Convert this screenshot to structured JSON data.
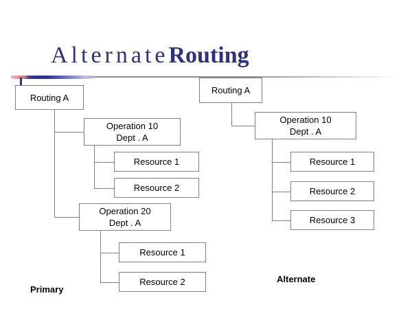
{
  "slide": {
    "title": {
      "part_light": "Alternate",
      "part_bold": "Routing",
      "color": "#2e3180"
    },
    "accent_colors": {
      "title_blue": "#2e3180",
      "rule_red": "#e58a8a",
      "rule_blue": "#2b2f8e",
      "rule_grey": "#8d8d8d",
      "box_border": "#7f7f7f",
      "connector": "#808080"
    },
    "captions": {
      "primary": "Primary",
      "alternate": "Alternate"
    },
    "primary_tree": {
      "root": {
        "label": "Routing A"
      },
      "operations": [
        {
          "line1": "Operation 10",
          "line2": "Dept . A",
          "resources": [
            {
              "label": "Resource 1"
            },
            {
              "label": "Resource 2"
            }
          ]
        },
        {
          "line1": "Operation 20",
          "line2": "Dept . A",
          "resources": [
            {
              "label": "Resource 1"
            },
            {
              "label": "Resource 2"
            }
          ]
        }
      ]
    },
    "alternate_tree": {
      "root": {
        "label": "Routing A"
      },
      "operations": [
        {
          "line1": "Operation 10",
          "line2": "Dept . A",
          "resources": [
            {
              "label": "Resource 1"
            },
            {
              "label": "Resource 2"
            },
            {
              "label": "Resource 3"
            }
          ]
        }
      ]
    }
  }
}
